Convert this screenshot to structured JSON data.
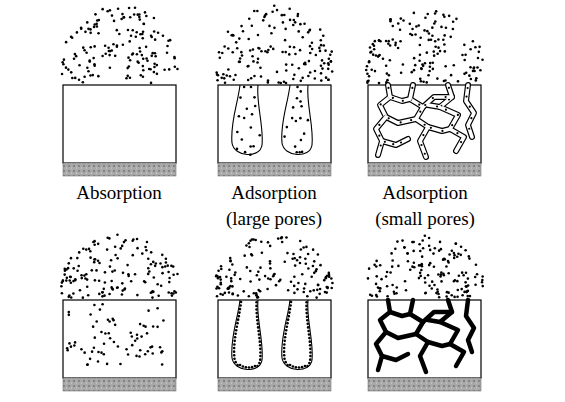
{
  "diagram": {
    "labels": [
      "Absorption",
      "Adsorption (large pores)",
      "Adsorption (small pores)"
    ]
  }
}
